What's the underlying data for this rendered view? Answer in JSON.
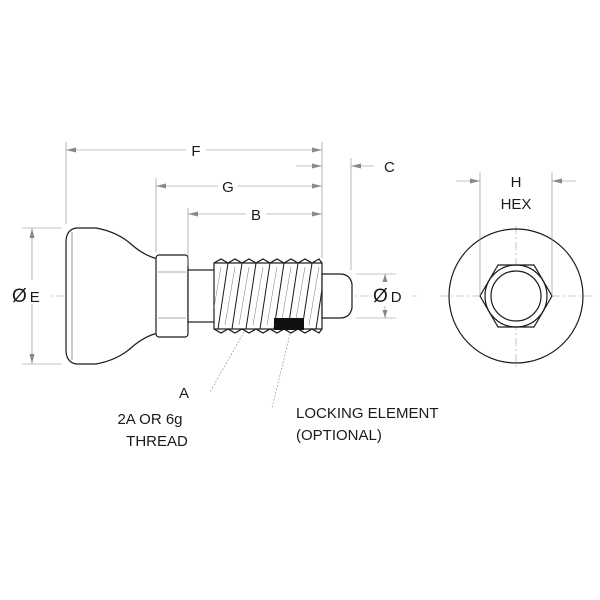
{
  "colors": {
    "line": "#1a1a1a",
    "dimension": "#888888",
    "locking_element": "#111111",
    "background": "#ffffff"
  },
  "dimensions": {
    "A": "A",
    "B": "B",
    "C": "C",
    "D": "D",
    "E": "E",
    "F": "F",
    "G": "G",
    "H": "H",
    "diameter_symbol": "Ø"
  },
  "notes": {
    "thread_line1": "2A OR 6g",
    "thread_line2": "THREAD",
    "hex": "HEX",
    "locking_line1": "LOCKING ELEMENT",
    "locking_line2": "(OPTIONAL)"
  }
}
